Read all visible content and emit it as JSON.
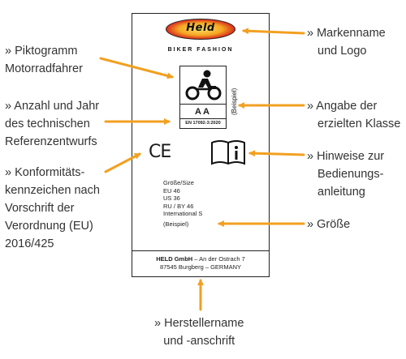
{
  "label": {
    "logo_text": "Held",
    "brand_subtitle": "BIKER FASHION",
    "class_code": "AA",
    "norm": "EN 17092-3:2020",
    "beispiel_vertical": "(Beispiel)",
    "ce_mark": "CE",
    "size_lines": [
      "Größe/Size",
      "EU 46",
      "US 36",
      "RU / BY 46",
      "International S"
    ],
    "size_note": "(Beispiel)",
    "manufacturer_name": "HELD GmbH",
    "manufacturer_line1_rest": " – An der Ostrach 7",
    "manufacturer_line2": "87545 Burgberg – GERMANY"
  },
  "callouts": {
    "pictogram": [
      "» Piktogramm",
      "Motorradfahrer"
    ],
    "year": [
      "» Anzahl und Jahr",
      "des technischen",
      "Referenzentwurfs"
    ],
    "conformity": [
      "» Konformitäts-",
      "kennzeichen nach",
      "Vorschrift der",
      "Verordnung (EU)",
      "2016/425"
    ],
    "brand": [
      "» Markenname",
      "und Logo"
    ],
    "class": [
      "» Angabe der",
      "erzielten Klasse"
    ],
    "instructions": [
      "» Hinweise zur",
      "Bedienungs-",
      "anleitung"
    ],
    "size": [
      "» Größe"
    ],
    "manufacturer": [
      "» Herstellername",
      "und -anschrift"
    ]
  },
  "colors": {
    "arrow": "#f2a020",
    "text": "#333333"
  },
  "icons": [
    "motorcycle-rider-icon",
    "instruction-book-icon"
  ]
}
